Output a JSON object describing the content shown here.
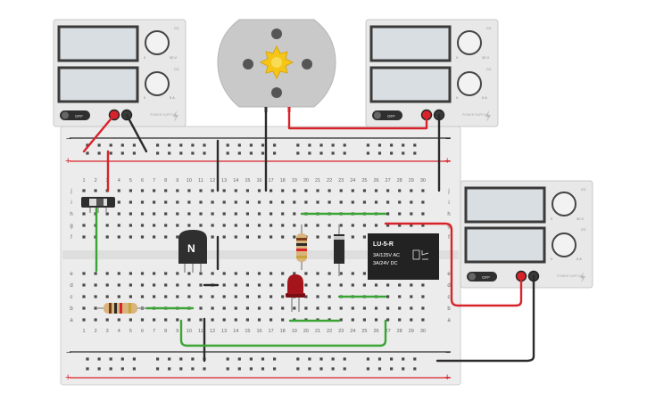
{
  "app": {
    "title": ""
  },
  "power_supplies": [
    {
      "id": "ps1",
      "knob_top_label": "CC",
      "knob_bottom_label": "CC",
      "scale_top_left": "0",
      "scale_top_right": "30 V",
      "scale_bottom_left": "0",
      "scale_bottom_right": "5 A",
      "switch_label": "OFF",
      "brand": "POWER SUPPLY"
    },
    {
      "id": "ps2",
      "knob_top_label": "CC",
      "knob_bottom_label": "CC",
      "scale_top_left": "0",
      "scale_top_right": "30 V",
      "scale_bottom_left": "0",
      "scale_bottom_right": "5 A",
      "switch_label": "OFF",
      "brand": "POWER SUPPLY"
    },
    {
      "id": "ps3",
      "knob_top_label": "CC",
      "knob_bottom_label": "CC",
      "scale_top_left": "0",
      "scale_top_right": "30 V",
      "scale_bottom_left": "0",
      "scale_bottom_right": "5 A",
      "switch_label": "OFF",
      "brand": "POWER SUPPLY"
    }
  ],
  "breadboard": {
    "rail_minus": "−",
    "rail_plus": "+",
    "columns": [
      "1",
      "2",
      "3",
      "4",
      "5",
      "6",
      "7",
      "8",
      "9",
      "10",
      "11",
      "12",
      "13",
      "14",
      "15",
      "16",
      "17",
      "18",
      "19",
      "20",
      "21",
      "22",
      "23",
      "24",
      "25",
      "26",
      "27",
      "28",
      "29",
      "30"
    ],
    "rows_top": [
      "j",
      "i",
      "h",
      "g",
      "f"
    ],
    "rows_bottom": [
      "e",
      "d",
      "c",
      "b",
      "a"
    ]
  },
  "components": {
    "transistor_label": "N",
    "relay": {
      "model": "LU-5-R",
      "rating_ac": "3A/125V AC",
      "rating_dc": "3A/24V  DC"
    }
  },
  "colors": {
    "wire_red": "#d8232a",
    "wire_black": "#2b2b2b",
    "wire_green": "#3aa535",
    "breadboard": "#ececec",
    "supply_body": "#e8e8e8",
    "motor_body": "#c9c9c9",
    "gear": "#f5c518"
  },
  "icons": {
    "motor_gear": "gear-icon",
    "power_supply_logo": "lightning-icon"
  }
}
